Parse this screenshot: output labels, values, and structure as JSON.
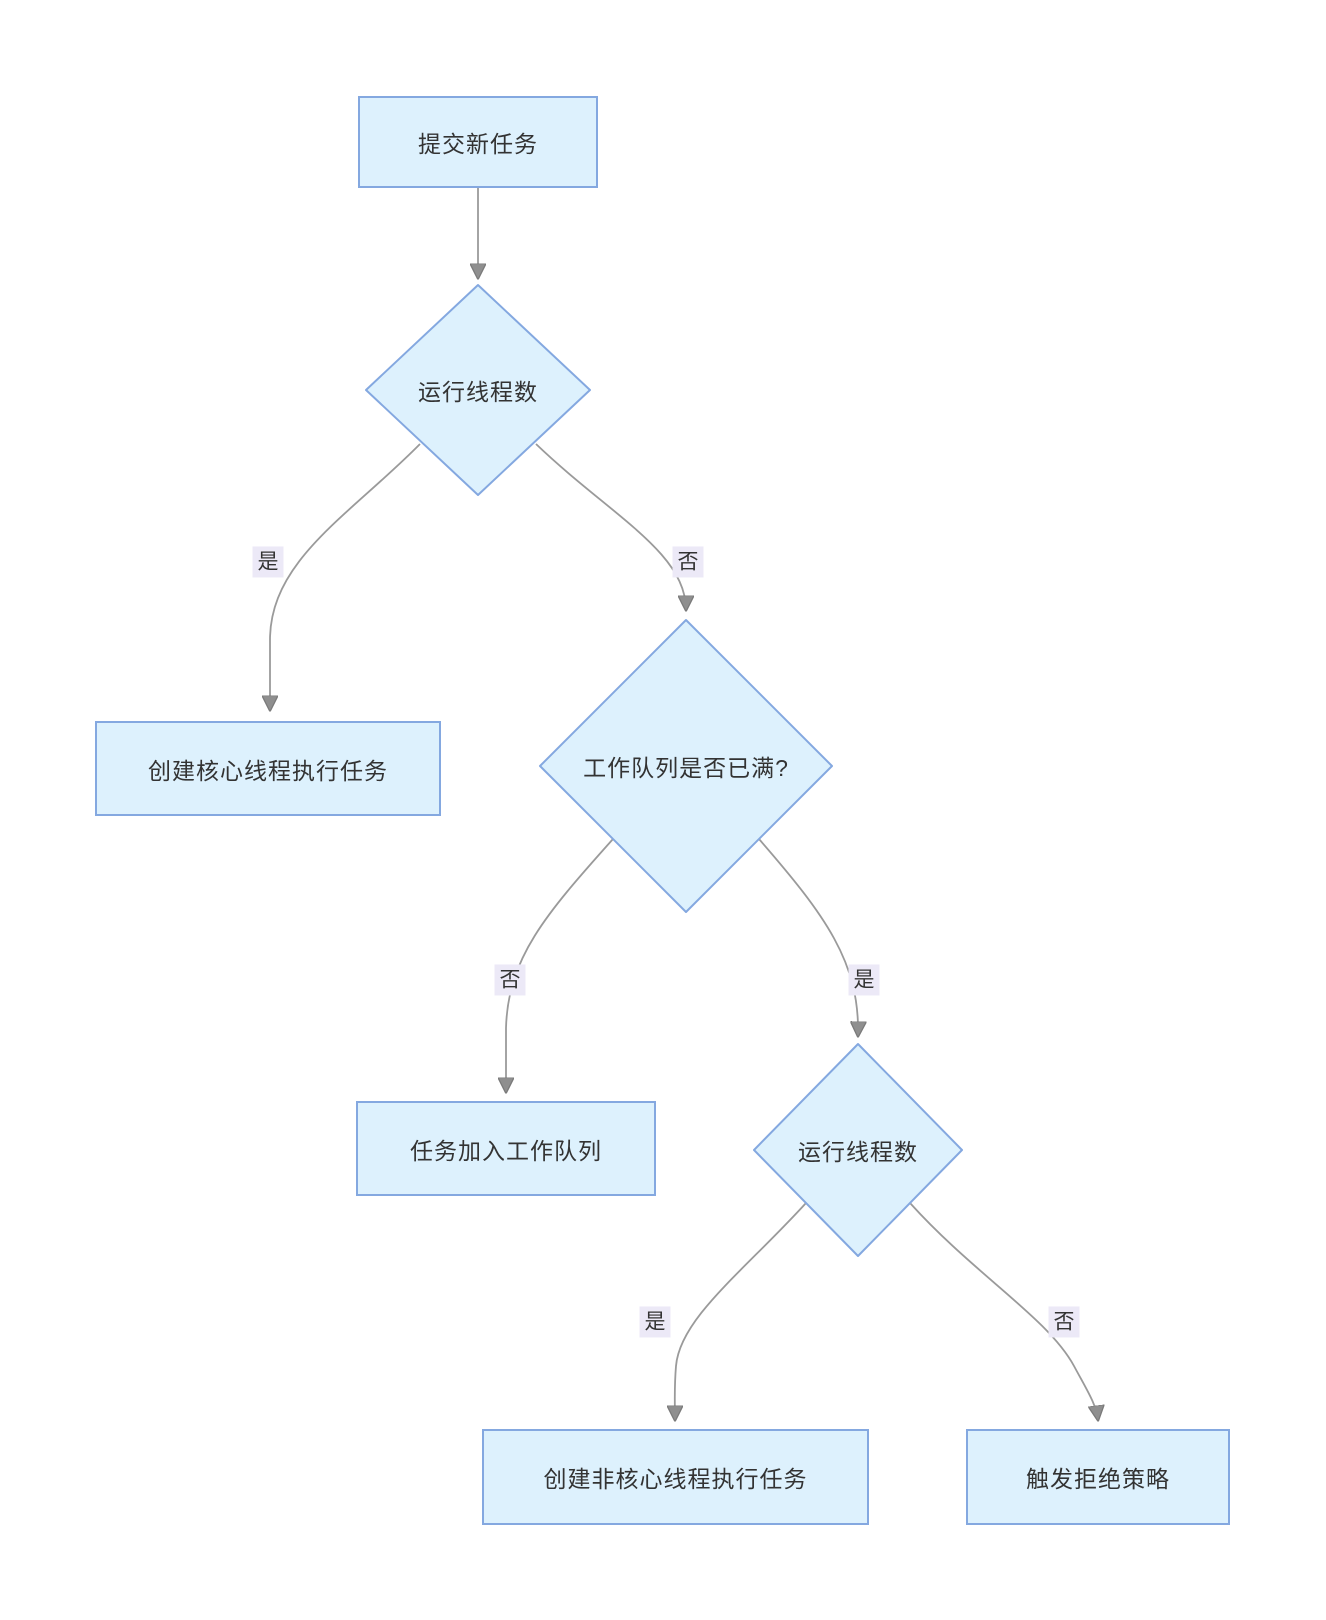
{
  "diagram": {
    "type": "flowchart",
    "direction": "top-down",
    "title_implicit": "线程池任务提交流程",
    "nodes": [
      {
        "id": "A",
        "shape": "rect",
        "label": "提交新任务"
      },
      {
        "id": "B",
        "shape": "diamond",
        "label": "运行线程数"
      },
      {
        "id": "C",
        "shape": "rect",
        "label": "创建核心线程执行任务"
      },
      {
        "id": "D",
        "shape": "diamond",
        "label": "工作队列是否已满?"
      },
      {
        "id": "E",
        "shape": "rect",
        "label": "任务加入工作队列"
      },
      {
        "id": "F",
        "shape": "diamond",
        "label": "运行线程数"
      },
      {
        "id": "G",
        "shape": "rect",
        "label": "创建非核心线程执行任务"
      },
      {
        "id": "H",
        "shape": "rect",
        "label": "触发拒绝策略"
      }
    ],
    "edges": [
      {
        "from": "A",
        "to": "B",
        "label": ""
      },
      {
        "from": "B",
        "to": "C",
        "label": "是"
      },
      {
        "from": "B",
        "to": "D",
        "label": "否"
      },
      {
        "from": "D",
        "to": "E",
        "label": "否"
      },
      {
        "from": "D",
        "to": "F",
        "label": "是"
      },
      {
        "from": "F",
        "to": "G",
        "label": "是"
      },
      {
        "from": "F",
        "to": "H",
        "label": "否"
      }
    ],
    "colors": {
      "node_fill": "#ddf1fd",
      "node_border": "#84a8e0",
      "edge_line": "#9a9a9a",
      "arrowhead": "#8f8f8f",
      "edge_label_bg": "#ece9f7",
      "text": "#333333",
      "background": "#ffffff"
    }
  }
}
